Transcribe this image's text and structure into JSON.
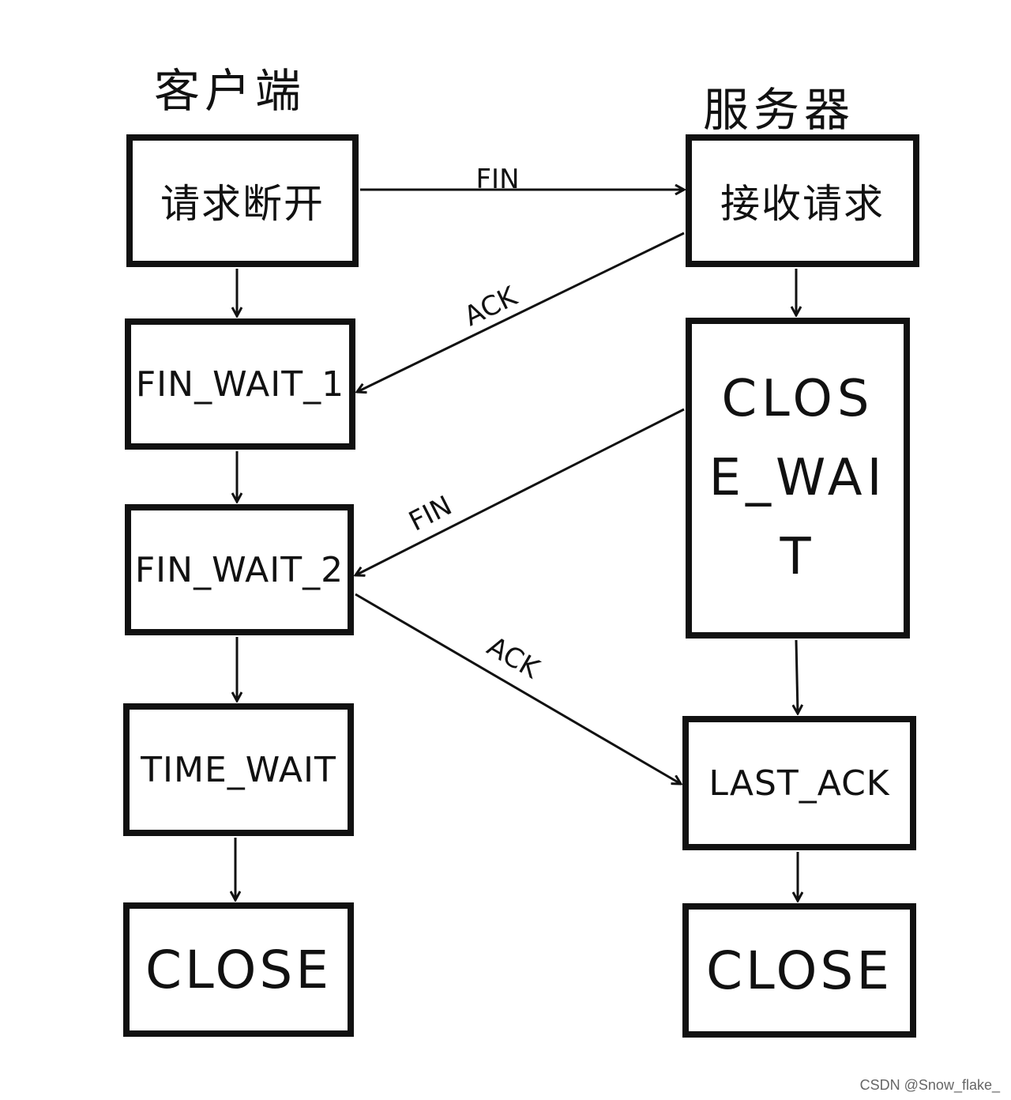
{
  "columns": {
    "client_title": "客户端",
    "server_title": "服务器"
  },
  "client_states": {
    "request_close": "请求断开",
    "fin_wait_1": "FIN_WAIT_1",
    "fin_wait_2": "FIN_WAIT_2",
    "time_wait": "TIME_WAIT",
    "close": "CLOSE"
  },
  "server_states": {
    "receive_request": "接收请求",
    "close_wait": "CLOSE_WAIT",
    "last_ack": "LAST_ACK",
    "close": "CLOSE"
  },
  "messages": {
    "fin_1": "FIN",
    "ack_1": "ACK",
    "fin_2": "FIN",
    "ack_2": "ACK"
  },
  "watermark": "CSDN @Snow_flake_"
}
